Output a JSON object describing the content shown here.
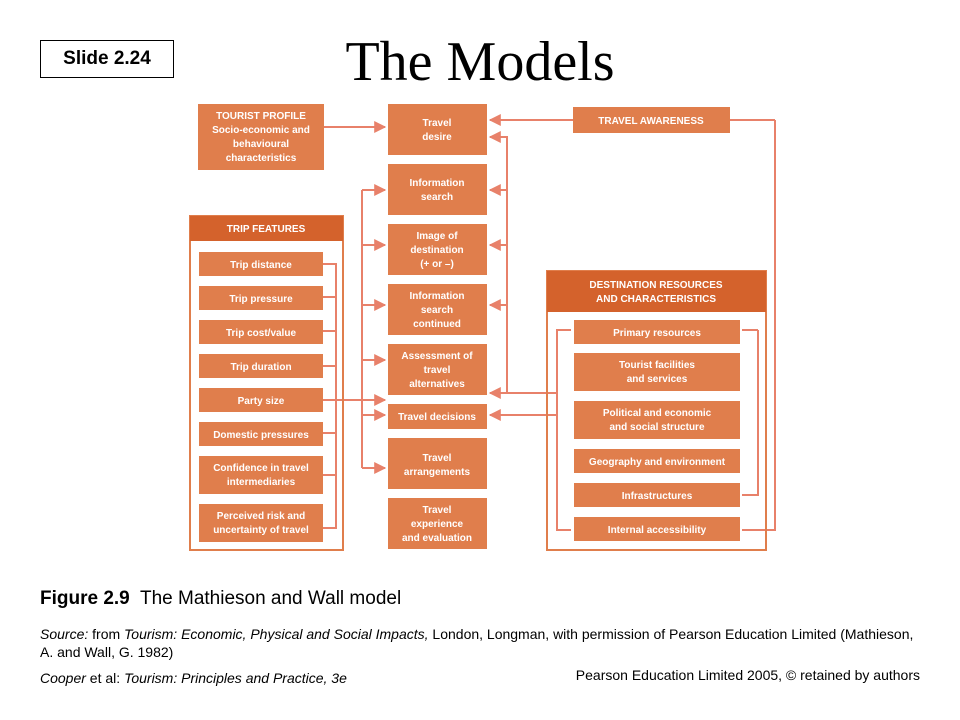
{
  "slide": {
    "badge": "Slide 2.24",
    "title": "The Models"
  },
  "colors": {
    "box": "#e07e4c",
    "dark": "#d4622c",
    "line": "#e8816a",
    "text_on_box": "#ffffff"
  },
  "diagram": {
    "tourist_profile": [
      "TOURIST PROFILE",
      "Socio-economic and",
      "behavioural",
      "characteristics"
    ],
    "travel_awareness": [
      "TRAVEL AWARENESS"
    ],
    "trip_features": {
      "header": [
        "TRIP FEATURES"
      ],
      "items": [
        [
          "Trip distance"
        ],
        [
          "Trip pressure"
        ],
        [
          "Trip cost/value"
        ],
        [
          "Trip duration"
        ],
        [
          "Party size"
        ],
        [
          "Domestic pressures"
        ],
        [
          "Confidence in travel",
          "intermediaries"
        ],
        [
          "Perceived risk and",
          "uncertainty of travel"
        ]
      ]
    },
    "process": [
      [
        "Travel",
        "desire"
      ],
      [
        "Information",
        "search"
      ],
      [
        "Image of",
        "destination",
        "(+ or –)"
      ],
      [
        "Information",
        "search",
        "continued"
      ],
      [
        "Assessment of",
        "travel",
        "alternatives"
      ],
      [
        "Travel decisions"
      ],
      [
        "Travel",
        "arrangements"
      ],
      [
        "Travel",
        "experience",
        "and evaluation"
      ]
    ],
    "destination": {
      "header": [
        "DESTINATION RESOURCES",
        "AND CHARACTERISTICS"
      ],
      "items": [
        [
          "Primary resources"
        ],
        [
          "Tourist facilities",
          "and services"
        ],
        [
          "Political and economic",
          "and social structure"
        ],
        [
          "Geography and environment"
        ],
        [
          "Infrastructures"
        ],
        [
          "Internal accessibility"
        ]
      ]
    }
  },
  "caption": {
    "figure_number": "Figure 2.9",
    "figure_title": "The Mathieson and Wall model"
  },
  "source": {
    "prefix": "Source:",
    "from": " from ",
    "book_title": "Tourism: Economic, Physical and Social Impacts,",
    "rest": " London, Longman, with permission of Pearson Education Limited (Mathieson, A. and Wall, G. 1982)"
  },
  "footer": {
    "authors": "Cooper",
    "etal": " et al: ",
    "book": "Tourism: Principles and Practice, 3e",
    "copyright": "Pearson Education Limited 2005, © retained by authors"
  }
}
